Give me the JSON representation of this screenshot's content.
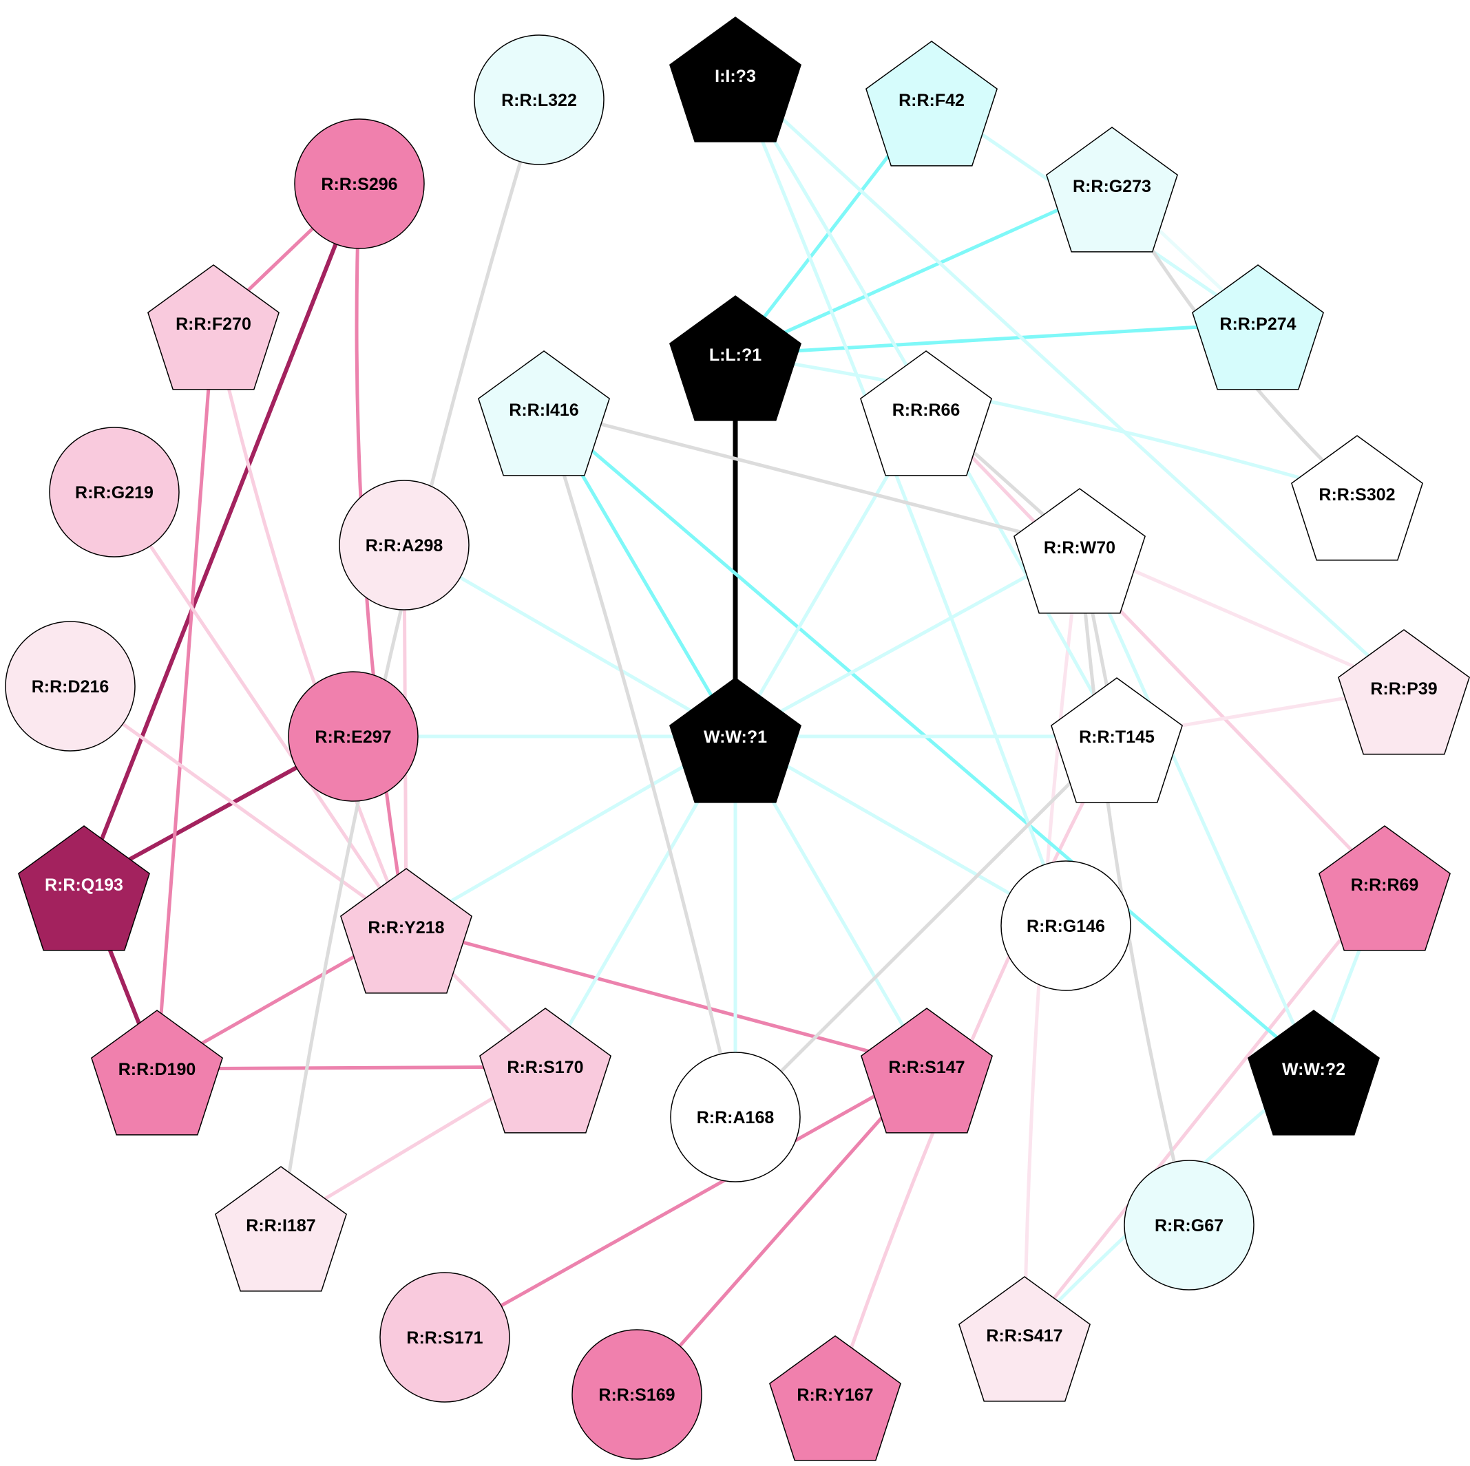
{
  "colors": {
    "cyan": "#7ff8f8",
    "cyan_light": "#d0fcfc",
    "gray": "#dcdcdc",
    "pink_light": "#f9cfe0",
    "pink_pale": "#fbe4ee",
    "pink": "#ec82ad",
    "magenta": "#a3225e",
    "black": "#000000"
  },
  "nodes": [
    {
      "id": "I:I:?3",
      "label": "I:I:?3",
      "shape": "pentagon",
      "fill": "#000000",
      "text": "#ffffff"
    },
    {
      "id": "R:R:L322",
      "label": "R:R:L322",
      "shape": "circle",
      "fill": "#e8fcfc",
      "text": "#000000"
    },
    {
      "id": "R:R:F42",
      "label": "R:R:F42",
      "shape": "pentagon",
      "fill": "#d6fcfc",
      "text": "#000000"
    },
    {
      "id": "R:R:G273",
      "label": "R:R:G273",
      "shape": "pentagon",
      "fill": "#e8fcfc",
      "text": "#000000"
    },
    {
      "id": "R:R:S296",
      "label": "R:R:S296",
      "shape": "circle",
      "fill": "#f080ad",
      "text": "#000000"
    },
    {
      "id": "R:R:F270",
      "label": "R:R:F270",
      "shape": "pentagon",
      "fill": "#f9cadd",
      "text": "#000000"
    },
    {
      "id": "L:L:?1",
      "label": "L:L:?1",
      "shape": "pentagon",
      "fill": "#000000",
      "text": "#ffffff"
    },
    {
      "id": "R:R:P274",
      "label": "R:R:P274",
      "shape": "pentagon",
      "fill": "#d6fcfc",
      "text": "#000000"
    },
    {
      "id": "R:R:I416",
      "label": "R:R:I416",
      "shape": "pentagon",
      "fill": "#e8fcfc",
      "text": "#000000"
    },
    {
      "id": "R:R:R66",
      "label": "R:R:R66",
      "shape": "pentagon",
      "fill": "#ffffff",
      "text": "#000000"
    },
    {
      "id": "R:R:S302",
      "label": "R:R:S302",
      "shape": "pentagon",
      "fill": "#ffffff",
      "text": "#000000"
    },
    {
      "id": "R:R:G219",
      "label": "R:R:G219",
      "shape": "circle",
      "fill": "#f9cadd",
      "text": "#000000"
    },
    {
      "id": "R:R:A298",
      "label": "R:R:A298",
      "shape": "circle",
      "fill": "#fbe8ef",
      "text": "#000000"
    },
    {
      "id": "R:R:W70",
      "label": "R:R:W70",
      "shape": "pentagon",
      "fill": "#ffffff",
      "text": "#000000"
    },
    {
      "id": "R:R:D216",
      "label": "R:R:D216",
      "shape": "circle",
      "fill": "#fbe8ef",
      "text": "#000000"
    },
    {
      "id": "R:R:E297",
      "label": "R:R:E297",
      "shape": "circle",
      "fill": "#f080ad",
      "text": "#000000"
    },
    {
      "id": "W:W:?1",
      "label": "W:W:?1",
      "shape": "pentagon",
      "fill": "#000000",
      "text": "#ffffff"
    },
    {
      "id": "R:R:T145",
      "label": "R:R:T145",
      "shape": "pentagon",
      "fill": "#ffffff",
      "text": "#000000"
    },
    {
      "id": "R:R:P39",
      "label": "R:R:P39",
      "shape": "pentagon",
      "fill": "#fbe8ef",
      "text": "#000000"
    },
    {
      "id": "R:R:Q193",
      "label": "R:R:Q193",
      "shape": "pentagon",
      "fill": "#a3225e",
      "text": "#ffffff"
    },
    {
      "id": "R:R:Y218",
      "label": "R:R:Y218",
      "shape": "pentagon",
      "fill": "#f9cadd",
      "text": "#000000"
    },
    {
      "id": "R:R:G146",
      "label": "R:R:G146",
      "shape": "circle",
      "fill": "#ffffff",
      "text": "#000000"
    },
    {
      "id": "R:R:R69",
      "label": "R:R:R69",
      "shape": "pentagon",
      "fill": "#f080ad",
      "text": "#000000"
    },
    {
      "id": "R:R:D190",
      "label": "R:R:D190",
      "shape": "pentagon",
      "fill": "#f080ad",
      "text": "#000000"
    },
    {
      "id": "R:R:S170",
      "label": "R:R:S170",
      "shape": "pentagon",
      "fill": "#f9cadd",
      "text": "#000000"
    },
    {
      "id": "R:R:S147",
      "label": "R:R:S147",
      "shape": "pentagon",
      "fill": "#f080ad",
      "text": "#000000"
    },
    {
      "id": "W:W:?2",
      "label": "W:W:?2",
      "shape": "pentagon",
      "fill": "#000000",
      "text": "#ffffff"
    },
    {
      "id": "R:R:A168",
      "label": "R:R:A168",
      "shape": "circle",
      "fill": "#ffffff",
      "text": "#000000"
    },
    {
      "id": "R:R:I187",
      "label": "R:R:I187",
      "shape": "pentagon",
      "fill": "#fbe8ef",
      "text": "#000000"
    },
    {
      "id": "R:R:G67",
      "label": "R:R:G67",
      "shape": "circle",
      "fill": "#e8fcfc",
      "text": "#000000"
    },
    {
      "id": "R:R:S171",
      "label": "R:R:S171",
      "shape": "circle",
      "fill": "#f9cadd",
      "text": "#000000"
    },
    {
      "id": "R:R:S169",
      "label": "R:R:S169",
      "shape": "circle",
      "fill": "#f080ad",
      "text": "#000000"
    },
    {
      "id": "R:R:Y167",
      "label": "R:R:Y167",
      "shape": "pentagon",
      "fill": "#f080ad",
      "text": "#000000"
    },
    {
      "id": "R:R:S417",
      "label": "R:R:S417",
      "shape": "pentagon",
      "fill": "#fbe8ef",
      "text": "#000000"
    }
  ],
  "edges": [
    {
      "source": "L:L:?1",
      "target": "W:W:?1",
      "color": "#000000",
      "weight": "heavy"
    },
    {
      "source": "R:R:S296",
      "target": "R:R:Q193",
      "color": "#a3225e",
      "weight": "strong"
    },
    {
      "source": "R:R:E297",
      "target": "R:R:Q193",
      "color": "#a3225e",
      "weight": "strong"
    },
    {
      "source": "R:R:Q193",
      "target": "R:R:D190",
      "color": "#a3225e",
      "weight": "strong"
    },
    {
      "source": "R:R:S296",
      "target": "R:R:F270",
      "color": "#ec82ad",
      "weight": "normal"
    },
    {
      "source": "R:R:S296",
      "target": "R:R:Y218",
      "color": "#ec82ad",
      "weight": "normal"
    },
    {
      "source": "R:R:F270",
      "target": "R:R:D190",
      "color": "#ec82ad",
      "weight": "normal"
    },
    {
      "source": "R:R:F270",
      "target": "R:R:Y218",
      "color": "#f9cfe0",
      "weight": "normal"
    },
    {
      "source": "R:R:G219",
      "target": "R:R:Y218",
      "color": "#f9cfe0",
      "weight": "normal"
    },
    {
      "source": "R:R:D216",
      "target": "R:R:Y218",
      "color": "#f9cfe0",
      "weight": "normal"
    },
    {
      "source": "R:R:A298",
      "target": "R:R:Y218",
      "color": "#f9cfe0",
      "weight": "normal"
    },
    {
      "source": "R:R:Y218",
      "target": "R:R:D190",
      "color": "#ec82ad",
      "weight": "normal"
    },
    {
      "source": "R:R:Y218",
      "target": "R:R:S147",
      "color": "#ec82ad",
      "weight": "normal"
    },
    {
      "source": "R:R:Y218",
      "target": "R:R:S170",
      "color": "#f9cfe0",
      "weight": "normal"
    },
    {
      "source": "R:R:D190",
      "target": "R:R:S170",
      "color": "#ec82ad",
      "weight": "normal"
    },
    {
      "source": "R:R:S170",
      "target": "R:R:I187",
      "color": "#f9cfe0",
      "weight": "normal"
    },
    {
      "source": "R:R:S147",
      "target": "R:R:S171",
      "color": "#ec82ad",
      "weight": "normal"
    },
    {
      "source": "R:R:S147",
      "target": "R:R:S169",
      "color": "#ec82ad",
      "weight": "normal"
    },
    {
      "source": "R:R:T145",
      "target": "R:R:Y167",
      "color": "#f9cfe0",
      "weight": "normal"
    },
    {
      "source": "R:R:R66",
      "target": "R:R:R69",
      "color": "#f9cfe0",
      "weight": "normal"
    },
    {
      "source": "R:R:R69",
      "target": "R:R:S417",
      "color": "#f9cfe0",
      "weight": "normal"
    },
    {
      "source": "R:R:W70",
      "target": "R:R:P39",
      "color": "#fbe4ee",
      "weight": "normal"
    },
    {
      "source": "R:R:T145",
      "target": "R:R:P39",
      "color": "#fbe4ee",
      "weight": "normal"
    },
    {
      "source": "R:R:W70",
      "target": "R:R:S417",
      "color": "#fbe4ee",
      "weight": "normal"
    },
    {
      "source": "R:R:F42",
      "target": "L:L:?1",
      "color": "#7ff8f8",
      "weight": "normal"
    },
    {
      "source": "R:R:G273",
      "target": "L:L:?1",
      "color": "#7ff8f8",
      "weight": "normal"
    },
    {
      "source": "R:R:P274",
      "target": "L:L:?1",
      "color": "#7ff8f8",
      "weight": "normal"
    },
    {
      "source": "R:R:I416",
      "target": "W:W:?1",
      "color": "#7ff8f8",
      "weight": "normal"
    },
    {
      "source": "R:R:I416",
      "target": "W:W:?2",
      "color": "#7ff8f8",
      "weight": "normal"
    },
    {
      "source": "L:L:?1",
      "target": "R:R:S302",
      "color": "#d0fcfc",
      "weight": "normal"
    },
    {
      "source": "R:R:F42",
      "target": "R:R:P274",
      "color": "#d0fcfc",
      "weight": "normal"
    },
    {
      "source": "R:R:G273",
      "target": "R:R:P274",
      "color": "#e8fcfc",
      "weight": "normal"
    },
    {
      "source": "I:I:?3",
      "target": "R:R:P39",
      "color": "#d0fcfc",
      "weight": "normal"
    },
    {
      "source": "I:I:?3",
      "target": "R:R:G146",
      "color": "#d0fcfc",
      "weight": "normal"
    },
    {
      "source": "I:I:?3",
      "target": "R:R:T145",
      "color": "#d0fcfc",
      "weight": "normal"
    },
    {
      "source": "R:R:A298",
      "target": "W:W:?1",
      "color": "#d0fcfc",
      "weight": "normal"
    },
    {
      "source": "R:R:E297",
      "target": "W:W:?1",
      "color": "#d0fcfc",
      "weight": "normal"
    },
    {
      "source": "R:R:R66",
      "target": "W:W:?1",
      "color": "#d0fcfc",
      "weight": "normal"
    },
    {
      "source": "R:R:W70",
      "target": "W:W:?1",
      "color": "#d0fcfc",
      "weight": "normal"
    },
    {
      "source": "W:W:?1",
      "target": "R:R:T145",
      "color": "#d0fcfc",
      "weight": "normal"
    },
    {
      "source": "W:W:?1",
      "target": "R:R:G146",
      "color": "#d0fcfc",
      "weight": "normal"
    },
    {
      "source": "W:W:?1",
      "target": "R:R:Y218",
      "color": "#d0fcfc",
      "weight": "normal"
    },
    {
      "source": "W:W:?1",
      "target": "R:R:S170",
      "color": "#d0fcfc",
      "weight": "normal"
    },
    {
      "source": "W:W:?1",
      "target": "R:R:A168",
      "color": "#d0fcfc",
      "weight": "normal"
    },
    {
      "source": "W:W:?1",
      "target": "R:R:S147",
      "color": "#d0fcfc",
      "weight": "normal"
    },
    {
      "source": "R:R:W70",
      "target": "W:W:?2",
      "color": "#d0fcfc",
      "weight": "normal"
    },
    {
      "source": "R:R:R69",
      "target": "W:W:?2",
      "color": "#d0fcfc",
      "weight": "normal"
    },
    {
      "source": "W:W:?2",
      "target": "R:R:S417",
      "color": "#d0fcfc",
      "weight": "normal"
    },
    {
      "source": "R:R:L322",
      "target": "R:R:I187",
      "color": "#dcdcdc",
      "weight": "normal"
    },
    {
      "source": "R:R:G273",
      "target": "R:R:S302",
      "color": "#dcdcdc",
      "weight": "normal"
    },
    {
      "source": "R:R:I416",
      "target": "R:R:W70",
      "color": "#dcdcdc",
      "weight": "normal"
    },
    {
      "source": "R:R:I416",
      "target": "R:R:A168",
      "color": "#dcdcdc",
      "weight": "normal"
    },
    {
      "source": "R:R:R66",
      "target": "R:R:W70",
      "color": "#dcdcdc",
      "weight": "normal"
    },
    {
      "source": "R:R:W70",
      "target": "R:R:T145",
      "color": "#dcdcdc",
      "weight": "normal"
    },
    {
      "source": "R:R:W70",
      "target": "R:R:G67",
      "color": "#dcdcdc",
      "weight": "normal"
    },
    {
      "source": "R:R:T145",
      "target": "R:R:A168",
      "color": "#dcdcdc",
      "weight": "normal"
    }
  ]
}
